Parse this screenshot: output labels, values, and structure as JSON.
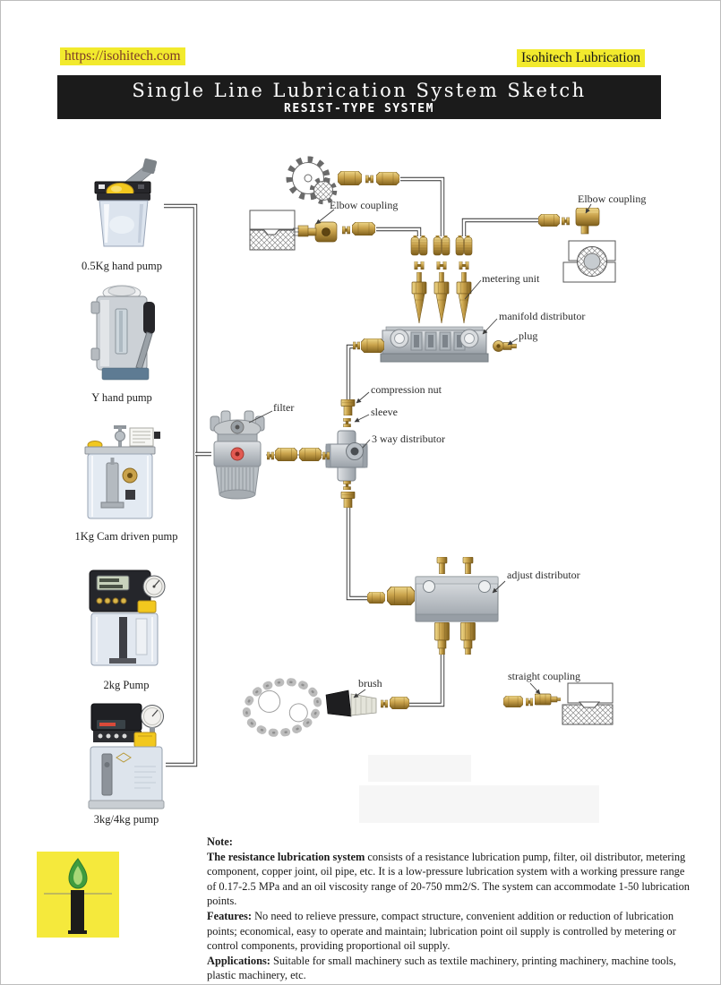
{
  "header": {
    "url": "https://isohitech.com",
    "brand": "Isohitech Lubrication",
    "title": "Single Line Lubrication System Sketch",
    "subtitle": "RESIST-TYPE SYSTEM",
    "highlight_color": "#f2ea2d",
    "banner_bg": "#1b1b1b"
  },
  "pumps": [
    {
      "label": "0.5Kg hand pump"
    },
    {
      "label": "Y hand pump"
    },
    {
      "label": "1Kg Cam driven pump"
    },
    {
      "label": "2kg Pump"
    },
    {
      "label": "3kg/4kg pump"
    }
  ],
  "diagram": {
    "labels": {
      "elbow_coupling_top": "Elbow coupling",
      "elbow_coupling_right": "Elbow coupling",
      "metering_unit": "metering unit",
      "manifold_distributor": "manifold distributor",
      "plug": "plug",
      "compression_nut": "compression nut",
      "sleeve": "sleeve",
      "three_way_distributor": "3 way distributor",
      "filter": "filter",
      "adjust_distributor": "adjust distributor",
      "brush": "brush",
      "straight_coupling": "straight coupling"
    },
    "colors": {
      "brass": "#c9a24b",
      "metal_gray": "#aab1b8",
      "pipe": "#2e2e2e"
    }
  },
  "note": {
    "heading": "Note:",
    "paragraphs": [
      {
        "lead": "The resistance lubrication system",
        "text": " consists of a resistance lubrication pump, filter, oil distributor, metering component, copper joint, oil pipe, etc. It is a low-pressure lubrication system with a working pressure range of 0.17-2.5 MPa and an oil viscosity range of 20-750 mm2/S. The system can accommodate 1-50 lubrication points."
      },
      {
        "lead": "Features:",
        "text": " No need to relieve pressure, compact structure, convenient addition or reduction of lubrication points; economical, easy to operate and maintain; lubrication point oil supply is controlled by metering or control components, providing proportional oil supply."
      },
      {
        "lead": "Applications:",
        "text": " Suitable for small machinery such as textile machinery, printing machinery, machine tools, plastic machinery, etc."
      }
    ]
  }
}
